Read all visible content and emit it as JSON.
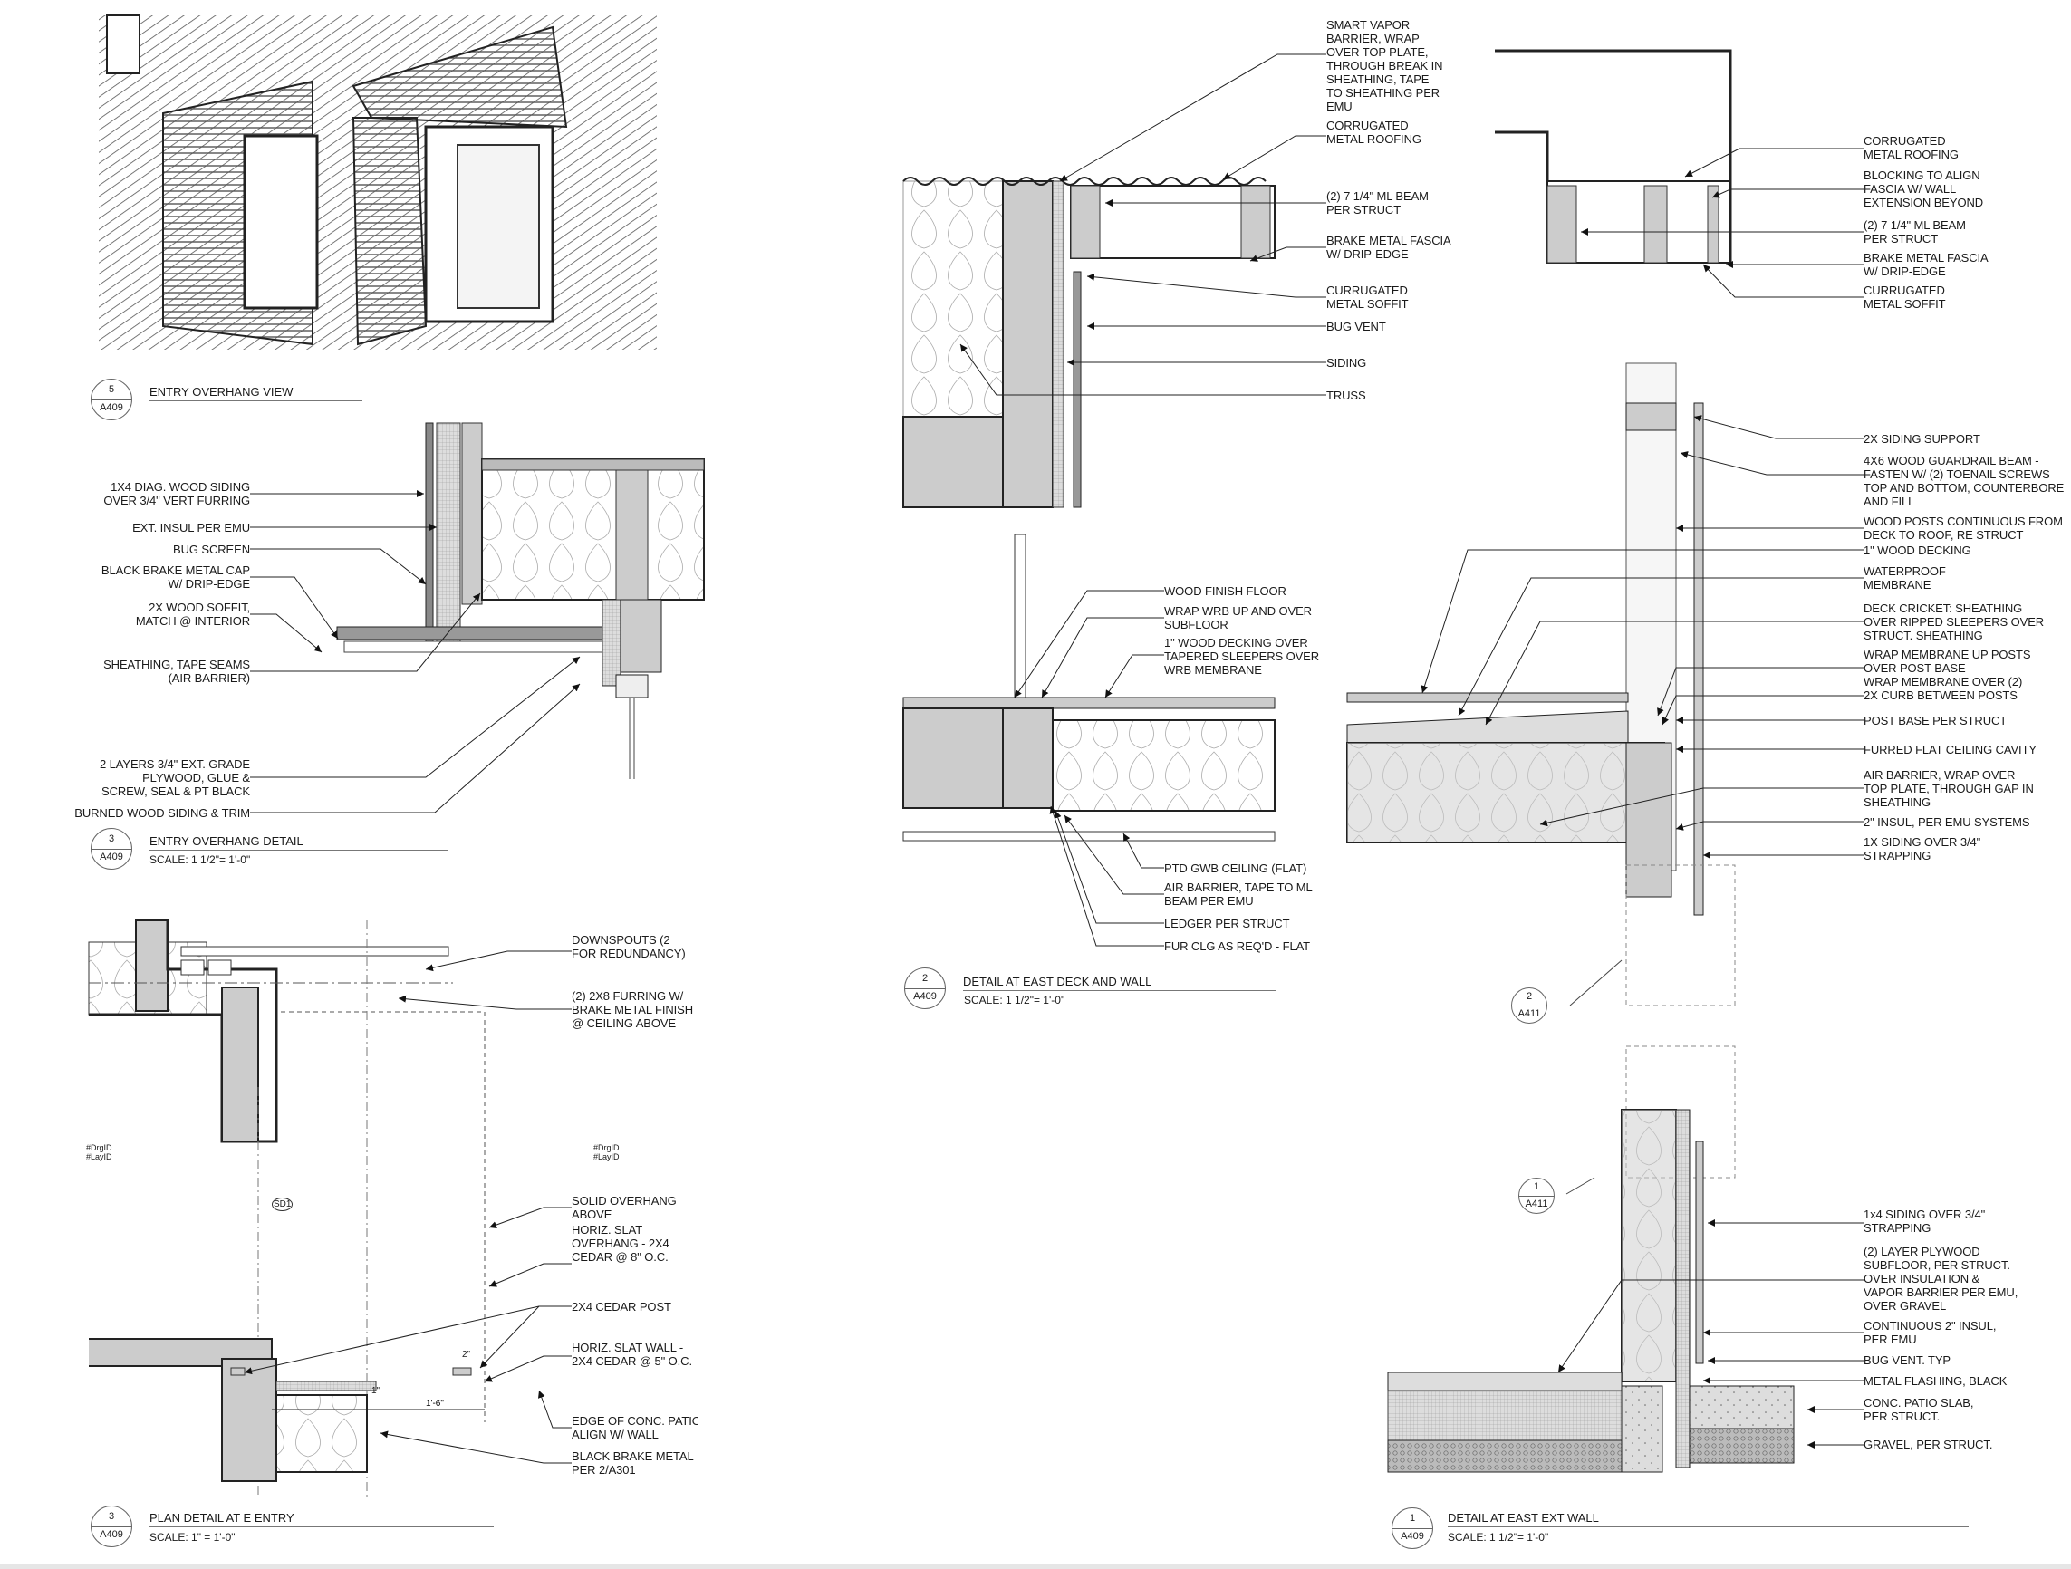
{
  "sheet_number": "A409",
  "details": {
    "d5": {
      "number": "5",
      "sheet": "A409",
      "title": "ENTRY OVERHANG VIEW"
    },
    "d3a": {
      "number": "3",
      "sheet": "A409",
      "title": "ENTRY OVERHANG DETAIL",
      "scale": "SCALE: 1 1/2\"=    1'-0\"",
      "notes": [
        "1X4 DIAG. WOOD SIDING\nOVER 3/4\" VERT FURRING",
        "EXT. INSUL PER EMU",
        "BUG SCREEN",
        "BLACK BRAKE METAL CAP\nW/ DRIP-EDGE",
        "2X WOOD SOFFIT,\nMATCH @ INTERIOR",
        "SHEATHING, TAPE SEAMS\n(AIR BARRIER)",
        "2 LAYERS 3/4\" EXT. GRADE\nPLYWOOD, GLUE &\nSCREW, SEAL & PT BLACK",
        "BURNED WOOD SIDING & TRIM"
      ]
    },
    "d3b": {
      "number": "3",
      "sheet": "A409",
      "title": "PLAN DETAIL AT E ENTRY",
      "scale": "SCALE: 1\"       =    1'-0\"",
      "notes": [
        "DOWNSPOUTS (2\nFOR REDUNDANCY)",
        "(2) 2X8 FURRING W/\nBRAKE METAL FINISH\n@ CEILING ABOVE",
        "SOLID OVERHANG\nABOVE",
        "HORIZ. SLAT\nOVERHANG - 2X4\nCEDAR @ 8\" O.C.",
        "2X4 CEDAR POST",
        "HORIZ. SLAT WALL -\n2X4 CEDAR @ 5\" O.C.",
        "EDGE OF CONC. PATIO\nALIGN W/ WALL",
        "BLACK BRAKE METAL\nPER 2/A301"
      ],
      "dims": [
        "1'-6\"",
        "2\"",
        "1\""
      ],
      "markers": [
        "SD1",
        "#DrgID",
        "#LayID"
      ]
    },
    "d2": {
      "number": "2",
      "sheet": "A409",
      "title": "DETAIL AT EAST DECK AND WALL",
      "scale": "SCALE: 1 1/2\"=    1'-0\"",
      "notes_top": [
        "SMART VAPOR\nBARRIER, WRAP\nOVER TOP PLATE,\nTHROUGH BREAK IN\nSHEATHING, TAPE\nTO SHEATHING PER\nEMU",
        "CORRUGATED\nMETAL ROOFING",
        "(2) 7 1/4\" ML BEAM\nPER STRUCT",
        "BRAKE METAL FASCIA\nW/ DRIP-EDGE",
        "CURRUGATED\nMETAL SOFFIT",
        "BUG VENT",
        "SIDING",
        "TRUSS"
      ],
      "notes_bottom": [
        "WOOD FINISH FLOOR",
        "WRAP WRB UP AND OVER\nSUBFLOOR",
        "1\" WOOD DECKING OVER\nTAPERED SLEEPERS OVER\nWRB MEMBRANE",
        "PTD GWB CEILING (FLAT)",
        "AIR BARRIER, TAPE TO ML\nBEAM PER EMU",
        "LEDGER PER STRUCT",
        "FUR CLG AS REQ'D - FLAT"
      ]
    },
    "beam": {
      "notes": [
        "CORRUGATED\nMETAL ROOFING",
        "BLOCKING TO ALIGN\nFASCIA W/ WALL\nEXTENSION BEYOND",
        "(2) 7 1/4\" ML BEAM\nPER STRUCT",
        "BRAKE METAL FASCIA\nW/ DRIP-EDGE",
        "CURRUGATED\nMETAL SOFFIT"
      ]
    },
    "deck": {
      "callout_number": "2",
      "callout_sheet": "A411",
      "notes": [
        "2X SIDING SUPPORT",
        "4X6 WOOD GUARDRAIL BEAM -\nFASTEN W/ (2) TOENAIL SCREWS\nTOP AND BOTTOM, COUNTERBORE\nAND FILL",
        "WOOD POSTS CONTINUOUS FROM\nDECK TO ROOF, RE STRUCT",
        "1\" WOOD DECKING",
        "WATERPROOF\nMEMBRANE",
        "DECK CRICKET: SHEATHING\nOVER RIPPED SLEEPERS OVER\nSTRUCT. SHEATHING",
        "WRAP MEMBRANE UP POSTS\nOVER POST BASE",
        "WRAP MEMBRANE OVER (2)\n2X CURB BETWEEN POSTS",
        "POST BASE PER STRUCT",
        "FURRED FLAT CEILING CAVITY",
        "AIR BARRIER, WRAP OVER\nTOP PLATE, THROUGH GAP IN\nSHEATHING",
        "2\" INSUL, PER EMU SYSTEMS",
        "1X SIDING OVER 3/4\"\nSTRAPPING"
      ]
    },
    "d1": {
      "number": "1",
      "sheet": "A409",
      "title": "DETAIL AT EAST EXT WALL",
      "scale": "SCALE: 1 1/2\"=    1'-0\"",
      "callout_number": "1",
      "callout_sheet": "A411",
      "notes": [
        "1x4 SIDING OVER 3/4\"\nSTRAPPING",
        "(2) LAYER PLYWOOD\nSUBFLOOR, PER STRUCT.\nOVER INSULATION &\nVAPOR BARRIER PER EMU,\nOVER GRAVEL",
        "CONTINUOUS 2\" INSUL,\nPER EMU",
        "BUG VENT. TYP",
        "METAL FLASHING, BLACK",
        "CONC. PATIO SLAB,\nPER STRUCT.",
        "GRAVEL, PER STRUCT."
      ]
    }
  }
}
